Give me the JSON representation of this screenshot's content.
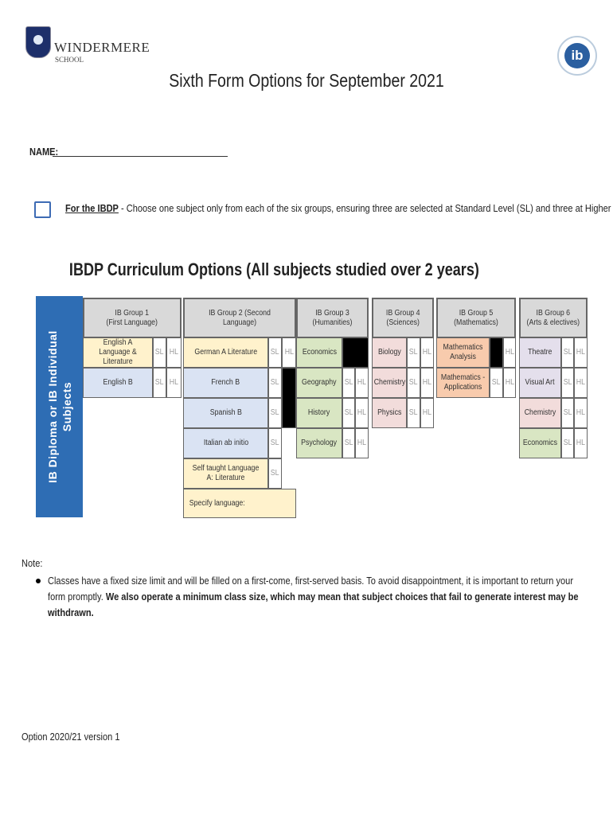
{
  "header": {
    "school_name": "WINDERMERE",
    "school_sub": "SCHOOL",
    "ib_logo": "ib",
    "title": "Sixth Form Options for September 2021"
  },
  "form": {
    "name_label": "NAME:",
    "instruction_bold": "For the IBDP",
    "instruction_text": " - Choose one subject only from each of the six groups, ensuring three are selected at Standard Level (SL) and three at Higher Level (HL)"
  },
  "curriculum": {
    "title": "IBDP Curriculum Options (All subjects studied over 2 years)",
    "side_label_1": "IB Diploma or IB Individual",
    "side_label_2": "Subjects",
    "colors": {
      "lang_a": "#fff2cc",
      "lang_b": "#dae3f3",
      "humanities": "#d9e6c3",
      "sciences": "#f2dcdb",
      "maths": "#f8cbad",
      "arts": "#e4dfec"
    },
    "groups": [
      {
        "header": "IB Group 1\n(First Language)",
        "subjects": [
          {
            "name": "English A Language & Literature",
            "sl": "SL",
            "hl": "HL"
          },
          {
            "name": "English B",
            "sl": "SL",
            "hl": "HL"
          }
        ]
      },
      {
        "header": "IB Group 2 (Second Language)",
        "subjects": [
          {
            "name": "German A Literature",
            "sl": "SL",
            "hl": "HL"
          },
          {
            "name": "French B",
            "sl": "SL"
          },
          {
            "name": "Spanish B",
            "sl": "SL"
          },
          {
            "name": "Italian ab initio",
            "sl": "SL"
          },
          {
            "name": "Self taught Language A: Literature",
            "sl": "SL"
          },
          {
            "name": "Specify language:"
          }
        ]
      },
      {
        "header": "IB Group 3 (Humanities)",
        "subjects": [
          {
            "name": "Economics"
          },
          {
            "name": "Geography",
            "sl": "SL",
            "hl": "HL"
          },
          {
            "name": "History",
            "sl": "SL",
            "hl": "HL"
          },
          {
            "name": "Psychology",
            "sl": "SL",
            "hl": "HL"
          }
        ]
      },
      {
        "header": "IB Group 4\n(Sciences)",
        "subjects": [
          {
            "name": "Biology",
            "sl": "SL",
            "hl": "HL"
          },
          {
            "name": "Chemistry",
            "sl": "SL",
            "hl": "HL"
          },
          {
            "name": "Physics",
            "sl": "SL",
            "hl": "HL"
          }
        ]
      },
      {
        "header": "IB Group 5 (Mathematics)",
        "subjects": [
          {
            "name": "Mathematics Analysis",
            "hl": "HL"
          },
          {
            "name": "Mathematics - Applications",
            "sl": "SL",
            "hl": "HL"
          }
        ]
      },
      {
        "header": "IB Group 6\n(Arts & electives)",
        "subjects": [
          {
            "name": "Theatre",
            "sl": "SL",
            "hl": "HL"
          },
          {
            "name": "Visual Art",
            "sl": "SL",
            "hl": "HL"
          },
          {
            "name": "Chemistry",
            "sl": "SL",
            "hl": "HL"
          },
          {
            "name": "Economics",
            "sl": "SL",
            "hl": "HL"
          }
        ]
      }
    ]
  },
  "note": {
    "label": "Note:",
    "text": "Classes have a fixed size limit and will be filled on a first-come, first-served basis. To avoid disappointment, it is important to return your form promptly. ",
    "text_bold": "We also operate a minimum class size, which may mean that subject choices that fail to generate interest may be withdrawn."
  },
  "footer": "Option 2020/21 version 1"
}
